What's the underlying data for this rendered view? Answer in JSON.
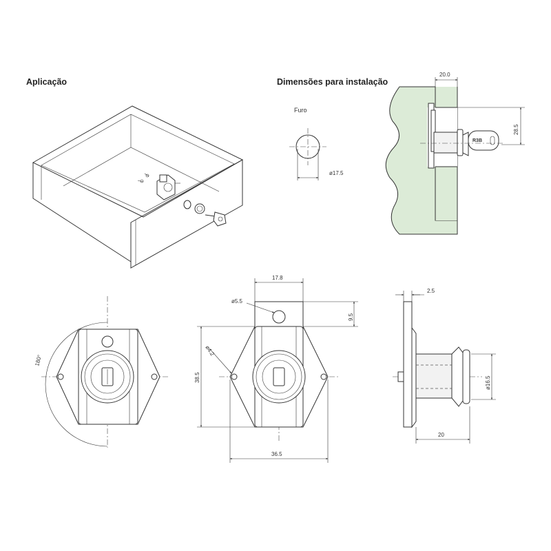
{
  "headings": {
    "application": "Aplicação",
    "install": "Dimensões para instalação"
  },
  "labels": {
    "hole": "Furo"
  },
  "dimensions": {
    "hole_dia": "ø17.5",
    "side_width": "20.0",
    "side_height": "28.5",
    "top_width": "17.8",
    "screw_hole": "ø5.5",
    "top_offset": "9.5",
    "mount_hole": "ø4.2",
    "body_height": "38.5",
    "base_width": "36.5",
    "rotation": "180°",
    "plate_thick": "2.5",
    "cyl_dia": "ø16.5",
    "cyl_length": "20"
  },
  "key_text": "R3B",
  "colors": {
    "line": "#333333",
    "panel": "#dcebd7",
    "part_fill": "#f2f2f2"
  }
}
